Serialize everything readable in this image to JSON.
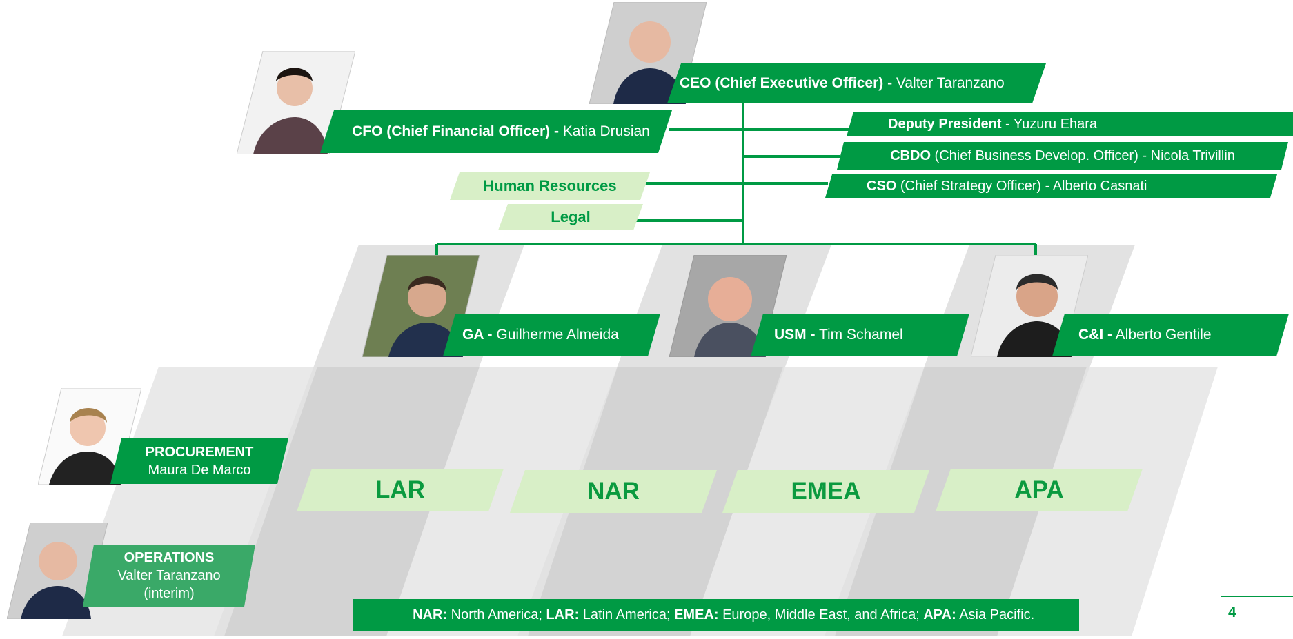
{
  "ceo": {
    "title": "CEO (Chief Executive Officer) -",
    "name": " Valter Taranzano"
  },
  "cfo": {
    "title": "CFO (Chief Financial Officer) -",
    "name": " Katia Drusian"
  },
  "deputy": {
    "title": "Deputy President",
    "name": " - Yuzuru Ehara"
  },
  "cbdo": {
    "title": "CBDO",
    "name": " (Chief Business Develop. Officer) - Nicola Trivillin"
  },
  "cso": {
    "title": "CSO",
    "name": " (Chief Strategy Officer) - Alberto Casnati"
  },
  "staff": {
    "hr": "Human Resources",
    "legal": "Legal"
  },
  "business_units": [
    {
      "title": "GA -",
      "name": " Guilherme Almeida"
    },
    {
      "title": "USM -",
      "name": " Tim Schamel"
    },
    {
      "title": "C&I -",
      "name": " Alberto Gentile"
    }
  ],
  "procurement": {
    "title": "PROCUREMENT",
    "name": "Maura De Marco"
  },
  "operations": {
    "title": "OPERATIONS",
    "name": "Valter Taranzano",
    "note": "(interim)"
  },
  "regions": [
    "LAR",
    "NAR",
    "EMEA",
    "APA"
  ],
  "footnote": [
    {
      "abbr": "NAR:",
      "text": " North America; "
    },
    {
      "abbr": "LAR:",
      "text": " Latin America; "
    },
    {
      "abbr": "EMEA:",
      "text": " Europe, Middle East, and Africa; "
    },
    {
      "abbr": "APA:",
      "text": " Asia Pacific."
    }
  ],
  "page_number": "4",
  "colors": {
    "green": "#009a44",
    "light_green": "#d8efc7",
    "operations_green": "#3aa968",
    "band_gray": "#e8e8e8",
    "band_dark": "#d2d2d2"
  }
}
